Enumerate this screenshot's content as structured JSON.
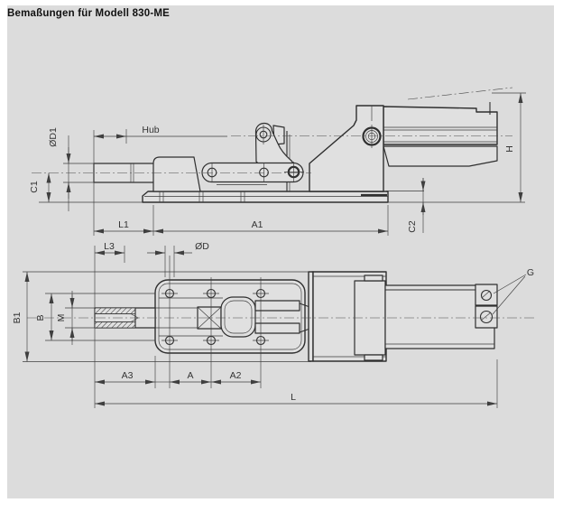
{
  "title": "Bemaßungen für Modell 830-ME",
  "colors": {
    "panel_background": "#dcdcdc",
    "part_fill": "#e0e0e0",
    "outline": "#2f2f2f",
    "dimension": "#3f3f3f"
  },
  "side_view": {
    "labels": {
      "hub": "Hub",
      "d1": "ØD1",
      "c1": "C1",
      "l1": "L1",
      "a1": "A1",
      "c2": "C2",
      "h": "H"
    }
  },
  "plan_view": {
    "labels": {
      "l3": "L3",
      "d": "ØD",
      "b1": "B1",
      "b": "B",
      "m": "M",
      "a3": "A3",
      "a": "A",
      "a2": "A2",
      "l": "L",
      "g": "G"
    }
  }
}
